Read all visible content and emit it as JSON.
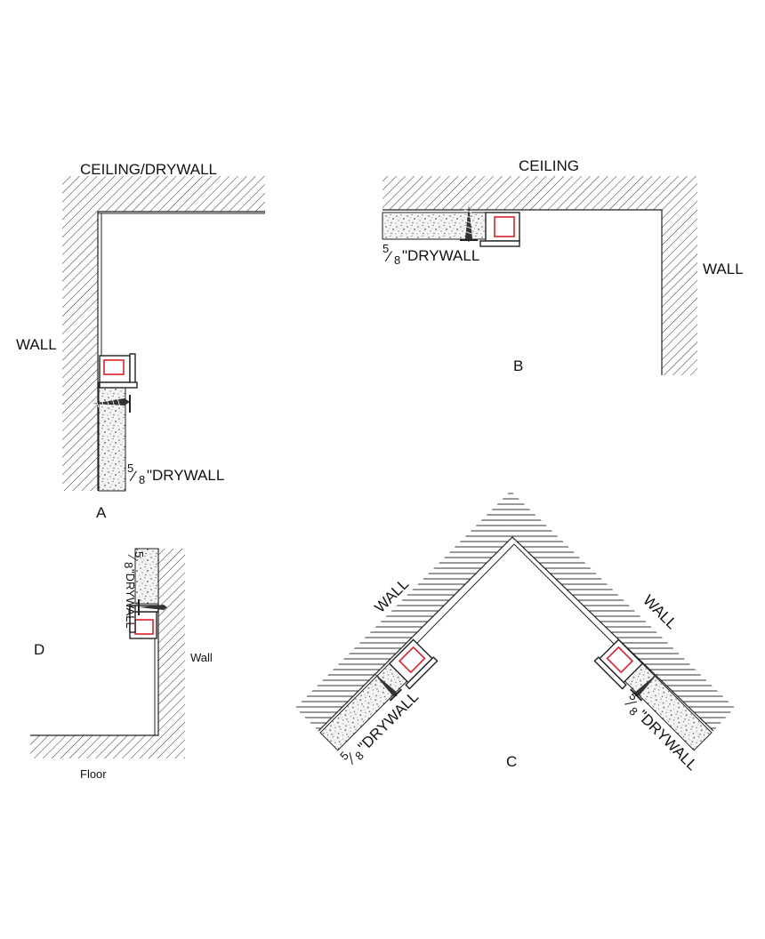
{
  "colors": {
    "line": "#222222",
    "hatch": "#333333",
    "drywall_fill": "#f4f4f4",
    "drywall_speckle": "#555555",
    "led_accent": "#e0202a",
    "screw": "#333333"
  },
  "detail_a": {
    "label_ceiling": "CEILING/DRYWALL",
    "label_wall": "WALL",
    "label_drywall_num": "5",
    "label_drywall_den": "8",
    "label_drywall_text": "\"DRYWALL",
    "caption": "A"
  },
  "detail_b": {
    "label_ceiling": "CEILING",
    "label_wall": "WALL",
    "label_drywall_num": "5",
    "label_drywall_den": "8",
    "label_drywall_text": "\"DRYWALL",
    "caption": "B"
  },
  "detail_c": {
    "label_wall_left": "WALL",
    "label_wall_right": "WALL",
    "label_drywall_left_num": "5",
    "label_drywall_left_den": "8",
    "label_drywall_left_text": "\"DRYWALL",
    "label_drywall_right_num": "5",
    "label_drywall_right_den": "8",
    "label_drywall_right_text": "\"DRYWALL",
    "caption": "C"
  },
  "detail_d": {
    "label_drywall_num": "5",
    "label_drywall_den": "8",
    "label_drywall_text": "\"DRYWALL",
    "label_wall": "Wall",
    "label_floor": "Floor",
    "caption": "D"
  }
}
